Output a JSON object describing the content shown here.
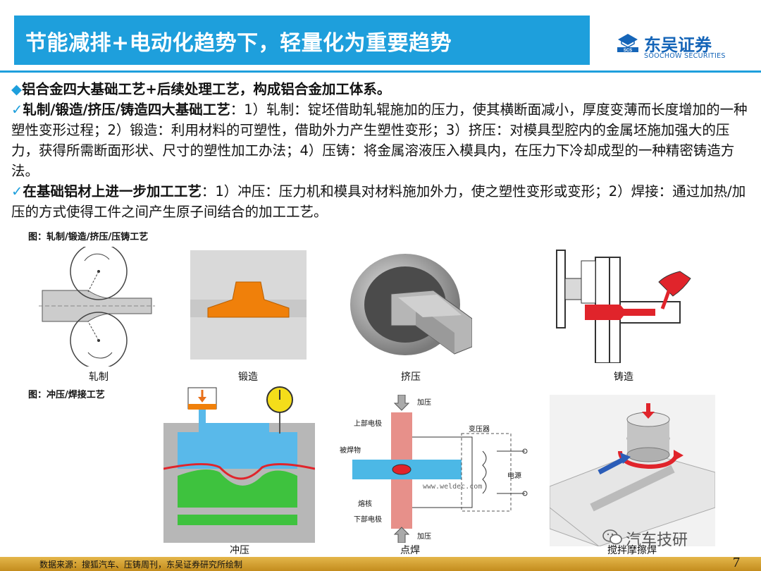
{
  "header": {
    "title": "节能减排+电动化趋势下，轻量化为重要趋势",
    "logo_cn": "东吴证券",
    "logo_en": "SOOCHOW SECURITIES"
  },
  "body": {
    "line1": "铝合金四大基础工艺+后续处理工艺，构成铝合金加工体系。",
    "p2_head": "轧制/锻造/挤压/铸造四大基础工艺",
    "p2_text": "：1）轧制：锭坯借助轧辊施加的压力，使其横断面减小，厚度变薄而长度增加的一种塑性变形过程；2）锻造：利用材料的可塑性，借助外力产生塑性变形；3）挤压：对模具型腔内的金属坯施加强大的压力，获得所需断面形状、尺寸的塑性加工办法；4）压铸：将金属溶液压入模具内，在压力下冷却成型的一种精密铸造方法。",
    "p3_head": "在基础铝材上进一步加工工艺",
    "p3_text": "：1）冲压：压力机和模具对材料施加外力，使之塑性变形或变形；2）焊接：通过加热/加压的方式使得工件之间产生原子间结合的加工工艺。"
  },
  "figure1": {
    "title": "图：轧制/锻造/挤压/压铸工艺",
    "captions": [
      "轧制",
      "锻造",
      "挤压",
      "铸造"
    ]
  },
  "figure2": {
    "title": "图：冲压/焊接工艺",
    "captions": [
      "冲压",
      "点焊",
      "搅拌摩擦焊"
    ],
    "weld_labels": {
      "press_top": "加压",
      "upper_electrode": "上部电极",
      "workpiece": "被焊物",
      "transformer": "变压器",
      "power": "电源",
      "nugget": "熔核",
      "lower_electrode": "下部电极",
      "press_bottom": "加压",
      "site": "www.weldec.com"
    }
  },
  "footer": {
    "source": "数据来源：搜狐汽车、压铸周刊，东吴证券研究所绘制",
    "page": "7"
  },
  "watermark": "汽车技研",
  "colors": {
    "header_bg": "#1e9fdc",
    "brand": "#1565b8",
    "footer_bg": "#d9a83a",
    "forge_orange": "#f0800a",
    "cast_red": "#e0242b"
  }
}
